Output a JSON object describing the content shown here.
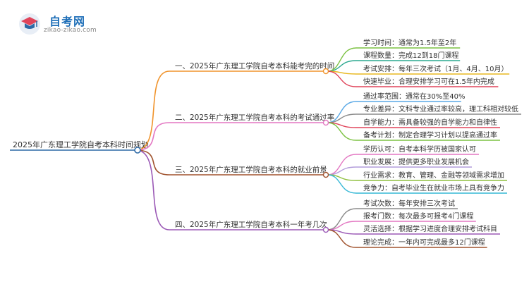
{
  "logo": {
    "title": "自考网",
    "url": "zikao-zikao.com"
  },
  "root": {
    "label": "2025年广东理工学院自考本科时间规划",
    "color": "#2d6aa6"
  },
  "branches": [
    {
      "label": "一、2025年广东理工学院自考本科能考完的时间",
      "color": "#f0932b",
      "children": [
        {
          "label": "学习时间：通常为1.5年至2年",
          "color": "#7cc242"
        },
        {
          "label": "课程数量：完成12到18门课程",
          "color": "#2aa88f"
        },
        {
          "label": "考试安排：每年三次考试（1月、4月、10月）",
          "color": "#e8b820"
        },
        {
          "label": "快速毕业：合理安排学习可在1.5年内完成",
          "color": "#e0445a"
        }
      ]
    },
    {
      "label": "二、2025年广东理工学院自考本科的考试通过率",
      "color": "#e377c2",
      "children": [
        {
          "label": "通过率范围：通常在30%至40%",
          "color": "#5aa9e6"
        },
        {
          "label": "专业差异：文科专业通过率较高，理工科相对较低",
          "color": "#8a8a8a"
        },
        {
          "label": "自学能力：需具备较强的自学能力和自律性",
          "color": "#e0445a"
        },
        {
          "label": "备考计划：制定合理学习计划以提高通过率",
          "color": "#7cc242"
        }
      ]
    },
    {
      "label": "三、2025年广东理工学院自考本科的就业前景",
      "color": "#a0522d",
      "children": [
        {
          "label": "学历认可：自考本科学历被国家认可",
          "color": "#e377c2"
        },
        {
          "label": "职业发展：提供更多职业发展机会",
          "color": "#b39ddb"
        },
        {
          "label": "行业需求：教育、管理、金融等领域需求增加",
          "color": "#8fbf3f"
        },
        {
          "label": "竞争力：自考毕业生在就业市场上具有竞争力",
          "color": "#35b8d6"
        }
      ]
    },
    {
      "label": "四、2025年广东理工学院自考本科一年考几次",
      "color": "#9b59b6",
      "children": [
        {
          "label": "考试次数：每年安排三次考试",
          "color": "#8a8a8a"
        },
        {
          "label": "报考门数：每次最多可报考4门课程",
          "color": "#e377c2"
        },
        {
          "label": "灵活选择：根据学习进度合理安排考试科目",
          "color": "#9b59b6"
        },
        {
          "label": "理论完成：一年内可完成最多12门课程",
          "color": "#a0522d"
        }
      ]
    }
  ]
}
